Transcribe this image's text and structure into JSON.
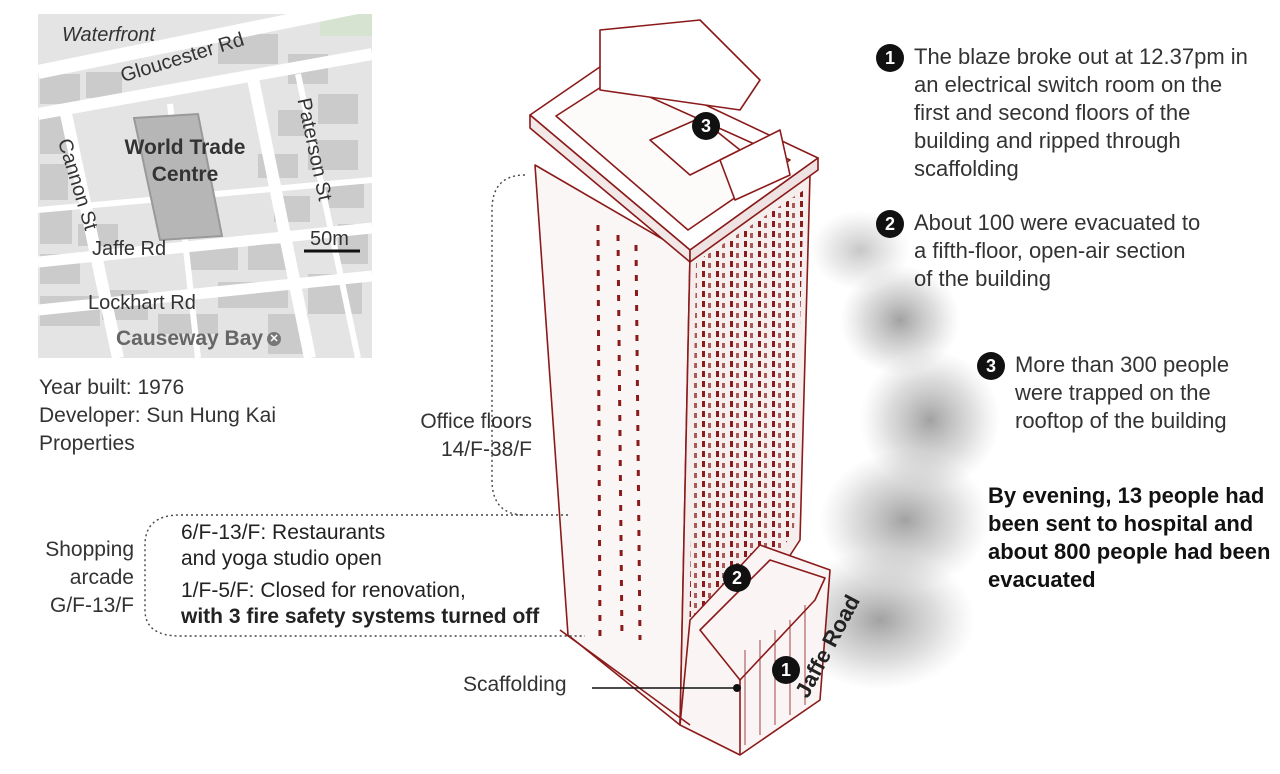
{
  "map": {
    "waterfront": "Waterfront",
    "gloucester": "Gloucester Rd",
    "paterson": "Paterson St",
    "cannon": "Cannon St",
    "wtc": "World Trade Centre",
    "scale": "50m",
    "jaffe": "Jaffe Rd",
    "lockhart": "Lockhart Rd",
    "causeway": "Causeway Bay"
  },
  "facts": {
    "year": "Year built: 1976",
    "developer": "Developer: Sun Hung Kai Properties"
  },
  "labels": {
    "office_title": "Office floors",
    "office_range": "14/F-38/F",
    "arcade_line1": "Shopping",
    "arcade_line2": "arcade",
    "arcade_line3": "G/F-13/F",
    "floors_upper_1": "6/F-13/F: Restaurants",
    "floors_upper_2": "and yoga studio open",
    "floors_lower_1": "1/F-5/F: Closed for renovation,",
    "floors_lower_2": "with 3 fire safety systems turned off",
    "scaffolding": "Scaffolding",
    "road": "Jaffe Road"
  },
  "markers": {
    "one": "1",
    "two": "2",
    "three": "3"
  },
  "notes": {
    "n1": "The blaze broke out at 12.37pm in an electrical switch room on the first and second floors of the building and ripped through scaffolding",
    "n2": "About 100 were evacuated to a fifth-floor, open-air section of the building",
    "n3": "More than 300 people were trapped on the rooftop of the building"
  },
  "summary": "By evening, 13 people had been sent to hospital and about 800 people had been evacuated",
  "colors": {
    "building_line": "#8b1a1a",
    "map_bg": "#e4e4e4",
    "map_block": "#c9c9c9",
    "highlight_block": "#b4b4b4"
  }
}
